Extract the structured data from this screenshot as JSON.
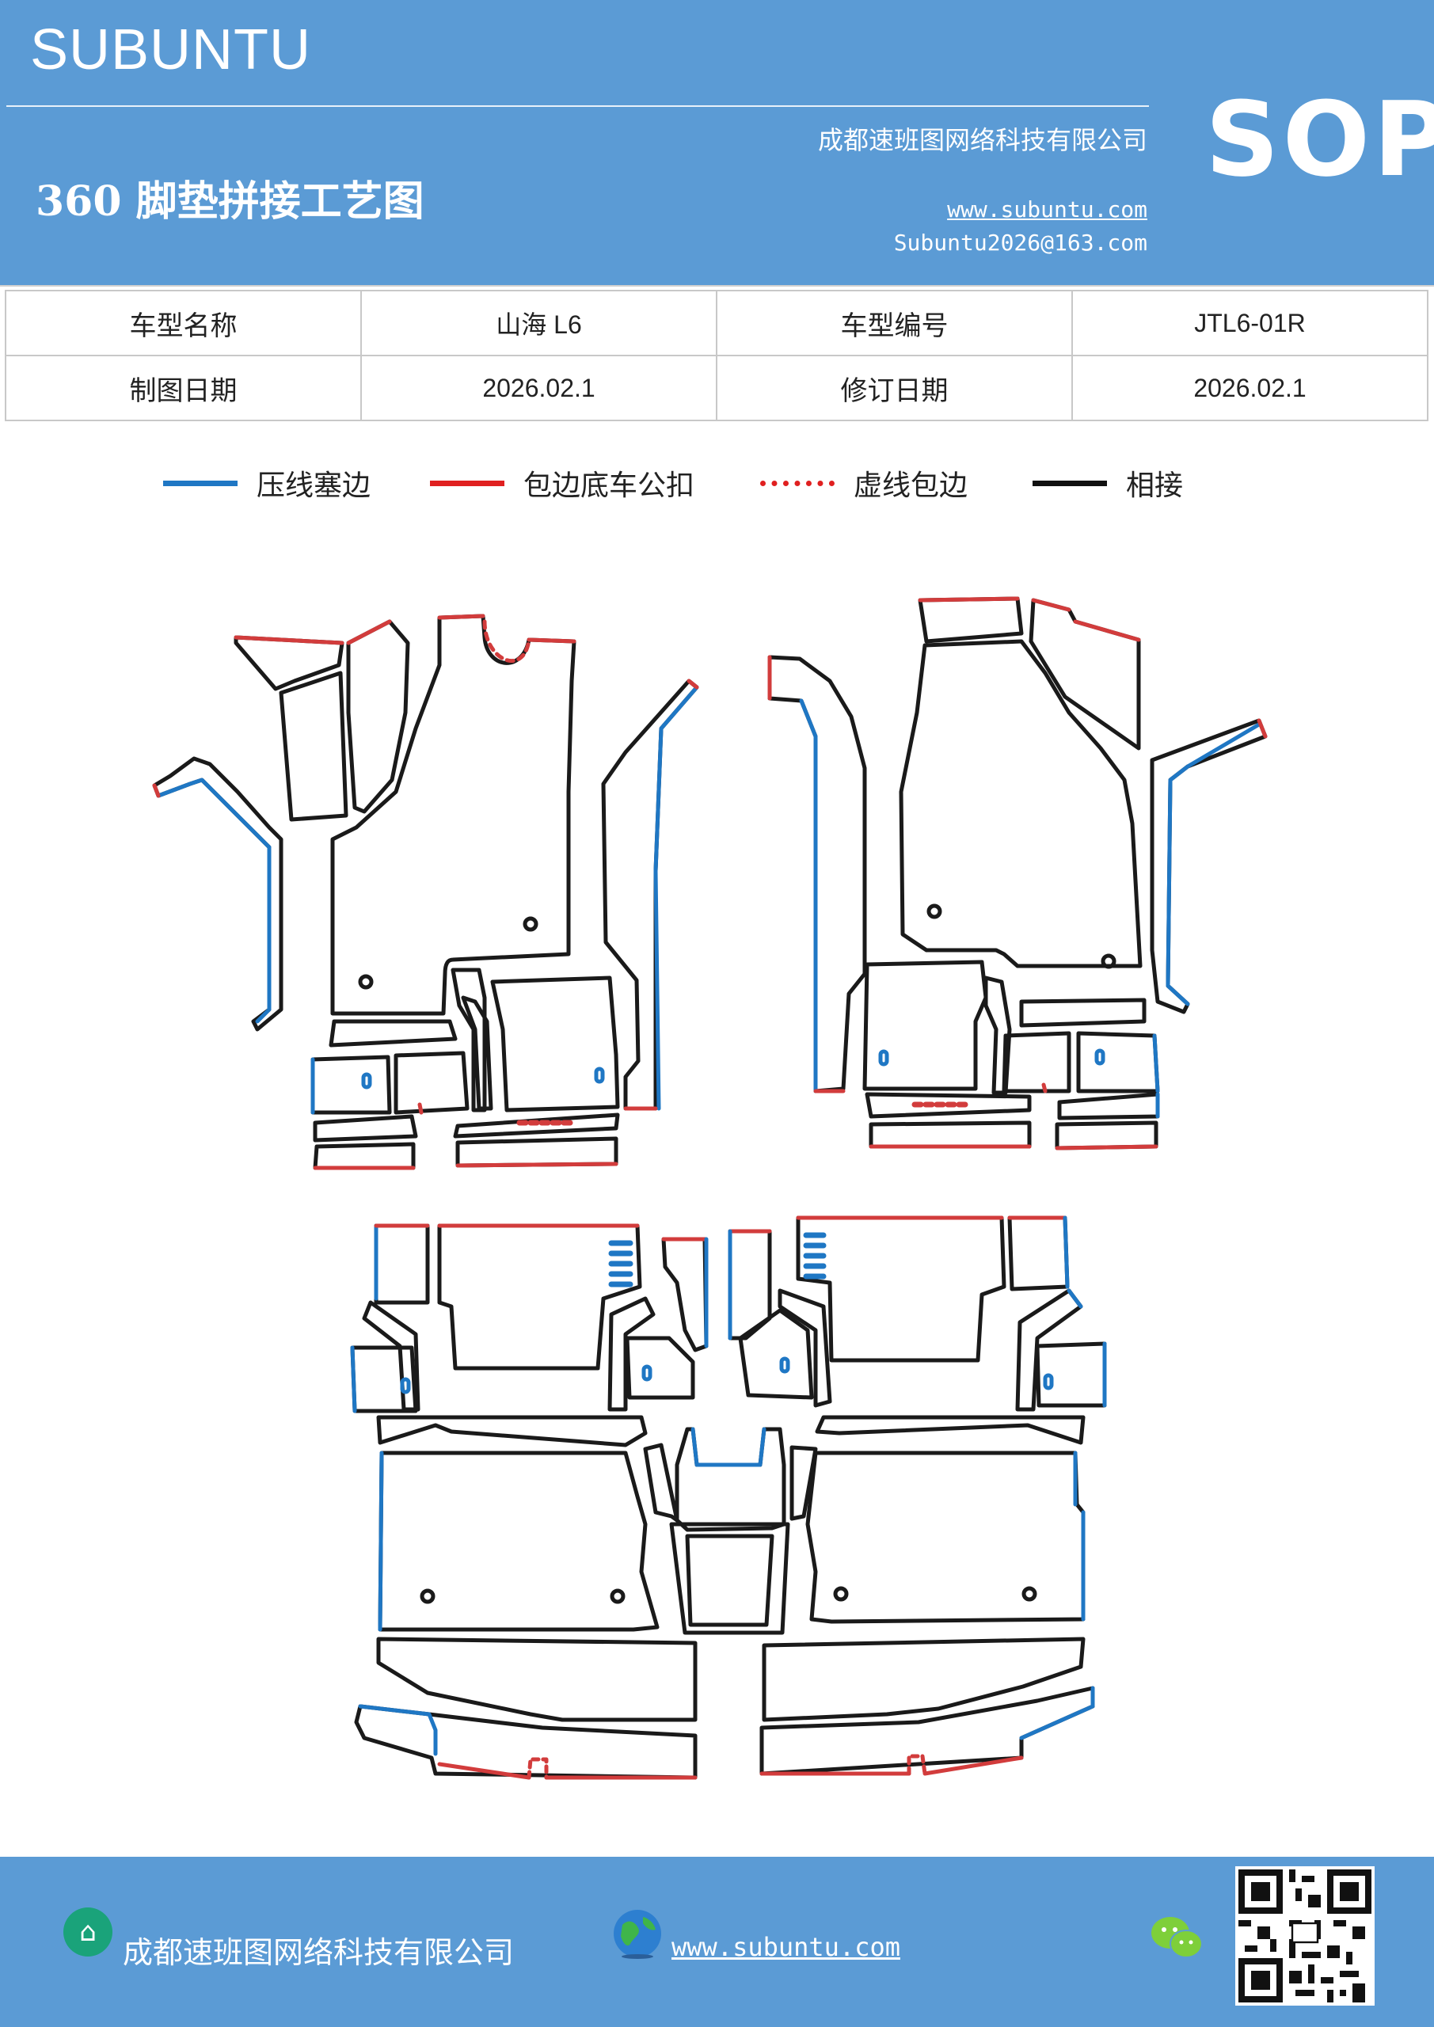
{
  "header": {
    "brand": "SUBUNTU",
    "title": "360 脚垫拼接工艺图",
    "company": "成都速班图网络科技有限公司",
    "website": "www.subuntu.com",
    "email": "Subuntu2026@163.com",
    "badge": "SOP"
  },
  "info": {
    "model_name_label": "车型名称",
    "model_name": "山海 L6",
    "model_code_label": "车型编号",
    "model_code": "JTL6-01R",
    "draw_date_label": "制图日期",
    "draw_date": "2026.02.1",
    "revise_date_label": "修订日期",
    "revise_date": "2026.02.1"
  },
  "legend": [
    {
      "label": "压线塞边",
      "color": "#1f77c4",
      "style": "solid"
    },
    {
      "label": "包边底车公扣",
      "color": "#e02020",
      "style": "solid"
    },
    {
      "label": "虚线包边",
      "color": "#e02020",
      "style": "dotted"
    },
    {
      "label": "相接",
      "color": "#111111",
      "style": "solid"
    }
  ],
  "colors": {
    "header_bg": "#5b9bd5",
    "blue_edge": "#1f77c4",
    "red_edge": "#d23c3c",
    "black_edge": "#1a1a1a"
  },
  "footer": {
    "company": "成都速班图网络科技有限公司",
    "website": "www.subuntu.com",
    "icons": [
      "building-icon",
      "globe-icon",
      "wechat-icon",
      "qr-code"
    ]
  }
}
